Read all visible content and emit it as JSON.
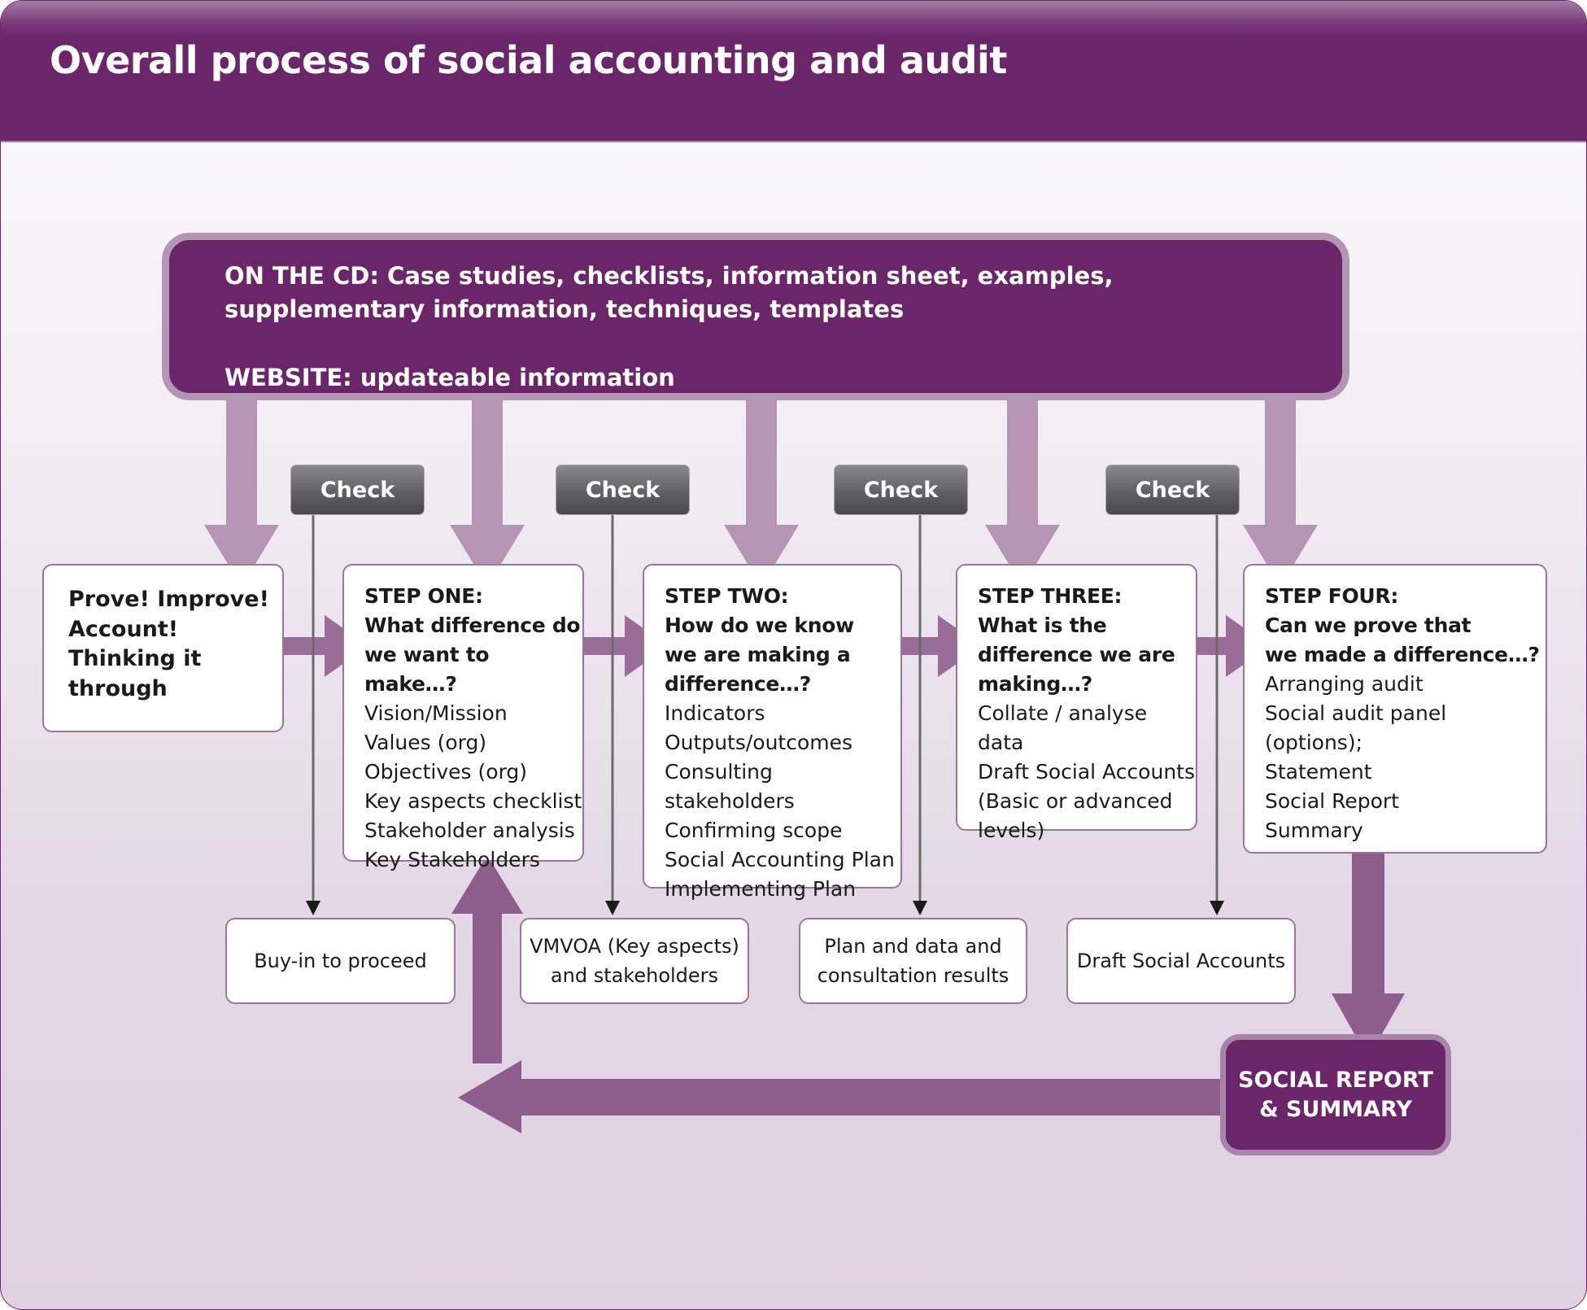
{
  "header": {
    "title": "Overall process of social accounting and audit"
  },
  "resources": {
    "cd_label": "ON THE CD:",
    "cd_text_line1": " Case studies, checklists, information sheet, examples,",
    "cd_text_line2": "supplementary information, techniques, templates",
    "website_label": "WEBSITE:",
    "website_text": " updateable information"
  },
  "checks": [
    {
      "label": "Check"
    },
    {
      "label": "Check"
    },
    {
      "label": "Check"
    },
    {
      "label": "Check"
    }
  ],
  "intro": {
    "lines": [
      "Prove! Improve!",
      "Account!",
      "Thinking it",
      "through"
    ]
  },
  "steps": [
    {
      "title": "STEP ONE:",
      "question": [
        "What difference do",
        "we want to make…?"
      ],
      "items": [
        "Vision/Mission",
        "Values (org)",
        "Objectives (org)",
        "Key aspects checklist",
        "Stakeholder analysis",
        "Key Stakeholders"
      ]
    },
    {
      "title": "STEP TWO:",
      "question": [
        "How do we know",
        "we are making a",
        "difference…?"
      ],
      "items": [
        "Indicators",
        "Outputs/outcomes",
        "Consulting stakeholders",
        "Confirming scope",
        "Social Accounting Plan",
        "Implementing Plan"
      ]
    },
    {
      "title": "STEP THREE:",
      "question": [
        "What is the",
        "difference we are",
        "making…?"
      ],
      "items": [
        "Collate / analyse data",
        "Draft Social Accounts",
        "(Basic or advanced",
        "levels)"
      ]
    },
    {
      "title": "STEP FOUR:",
      "question": [
        "Can we prove that",
        "we made a difference…?"
      ],
      "items": [
        "Arranging audit",
        "Social audit panel (options);",
        "Statement",
        "Social Report",
        "Summary"
      ]
    }
  ],
  "outputs": [
    {
      "lines": [
        "Buy-in to proceed"
      ]
    },
    {
      "lines": [
        "VMVOA (Key aspects)",
        "and stakeholders"
      ]
    },
    {
      "lines": [
        "Plan and data and",
        "consultation results"
      ]
    },
    {
      "lines": [
        "Draft Social Accounts"
      ]
    }
  ],
  "final": {
    "lines": [
      "SOCIAL REPORT",
      "& SUMMARY"
    ]
  },
  "colors": {
    "brand_purple": "#6b2569",
    "light_arrow": "#b595b4",
    "dark_arrow": "#8d5e8b",
    "check_gray": "#5d5d62"
  }
}
